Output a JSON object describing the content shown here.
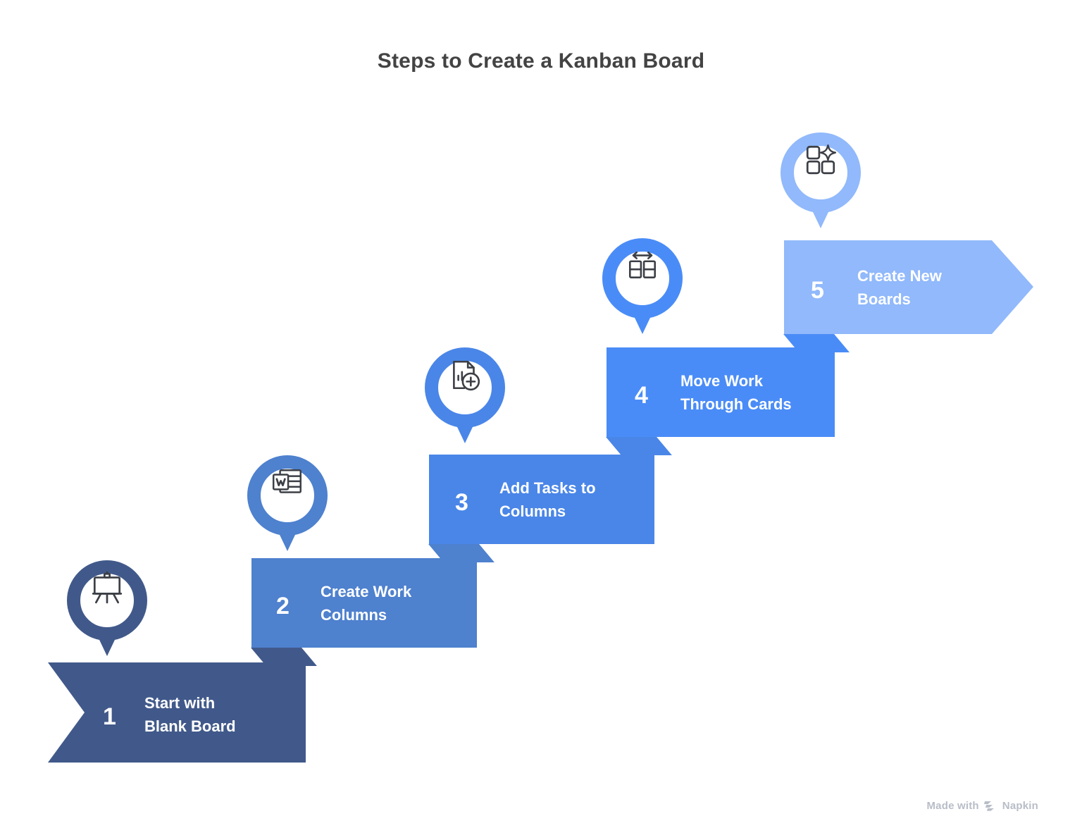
{
  "title": "Steps to Create a Kanban Board",
  "watermark": {
    "text_before": "Made with",
    "brand": "Napkin",
    "logo_icon": "napkin-chevrons-icon",
    "color": "#b8bdc7"
  },
  "colors": {
    "step1": "#41598a",
    "step2": "#4e81ce",
    "step3": "#4a86e8",
    "step4": "#4a8cf7",
    "step5": "#91b9fb",
    "title": "#434343",
    "icon_stroke": "#3c3f46",
    "text": "#ffffff",
    "background": "#ffffff"
  },
  "steps": [
    {
      "number": "1",
      "label": "Start with\nBlank Board",
      "color": "#41598a",
      "shape": "chevron-left-notch",
      "icon": "easel-presentation-board-icon",
      "pin_ring_color": "#41598a"
    },
    {
      "number": "2",
      "label": "Create Work\nColumns",
      "color": "#4e81ce",
      "shape": "rectangle",
      "icon": "document-table-w-icon",
      "pin_ring_color": "#4e81ce"
    },
    {
      "number": "3",
      "label": "Add Tasks to\nColumns",
      "color": "#4a86e8",
      "shape": "rectangle",
      "icon": "document-chart-add-icon",
      "pin_ring_color": "#4a86e8"
    },
    {
      "number": "4",
      "label": "Move Work\nThrough Cards",
      "color": "#4a8cf7",
      "shape": "rectangle",
      "icon": "columns-move-arrow-icon",
      "pin_ring_color": "#4a8cf7"
    },
    {
      "number": "5",
      "label": "Create New\nBoards",
      "color": "#91b9fb",
      "shape": "arrow-right",
      "icon": "grid-sparkle-icon",
      "pin_ring_color": "#91b9fb"
    }
  ]
}
